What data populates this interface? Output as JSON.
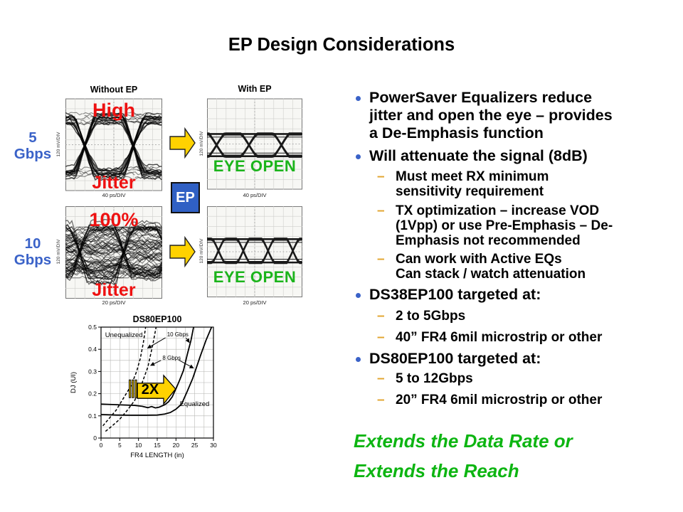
{
  "slide": {
    "title": "EP Design Considerations"
  },
  "colors": {
    "rate_blue": "#3A62C8",
    "alert_red": "#EE1111",
    "eye_open_green": "#1BB41B",
    "footer_green": "#0DB512",
    "bullet_dot_blue": "#3A62C8",
    "sub_dash_gold": "#E2A42D",
    "arrow_yellow": "#FFD200",
    "ep_box_blue": "#3060C4"
  },
  "eyes": {
    "without_label": "Without EP",
    "with_label": "With EP",
    "v_div": "120 mV/DIV",
    "ep_box": "EP",
    "rows": [
      {
        "rate_lines": [
          "5",
          "Gbps"
        ],
        "h_div": "40 ps/DIV",
        "without": {
          "style": "noisy",
          "top_label": "High",
          "bottom_label": "Jitter"
        },
        "with_ep": {
          "style": "clean",
          "label": "EYE OPEN"
        }
      },
      {
        "rate_lines": [
          "10",
          "Gbps"
        ],
        "h_div": "20 ps/DIV",
        "without": {
          "style": "dense",
          "top_label": "100%",
          "bottom_label": "Jitter"
        },
        "with_ep": {
          "style": "clean2",
          "label": "EYE OPEN"
        }
      }
    ]
  },
  "bullets": [
    {
      "level": 1,
      "lines": [
        "PowerSaver Equalizers reduce",
        "jitter and open the eye – provides",
        "a De-Emphasis function"
      ]
    },
    {
      "level": 1,
      "lines": [
        "Will attenuate the signal (8dB)"
      ]
    },
    {
      "level": 2,
      "lines": [
        "Must meet RX minimum",
        "sensitivity requirement"
      ]
    },
    {
      "level": 2,
      "lines": [
        "TX optimization – increase VOD",
        "(1Vpp) or use Pre-Emphasis – De-",
        "Emphasis not recommended"
      ]
    },
    {
      "level": 2,
      "lines": [
        "Can work with Active EQs",
        "Can stack / watch attenuation"
      ]
    },
    {
      "level": 1,
      "lines": [
        "DS38EP100 targeted at:"
      ]
    },
    {
      "level": 2,
      "lines": [
        "2 to 5Gbps"
      ]
    },
    {
      "level": 2,
      "lines": [
        "40” FR4 6mil microstrip or other"
      ]
    },
    {
      "level": 1,
      "lines": [
        "DS80EP100 targeted at:"
      ]
    },
    {
      "level": 2,
      "lines": [
        "5 to 12Gbps"
      ]
    },
    {
      "level": 2,
      "lines": [
        "20” FR4 6mil microstrip or other"
      ]
    }
  ],
  "footer": {
    "line1": "Extends the Data Rate or",
    "line2": "Extends the Reach"
  },
  "chart_data": {
    "type": "line",
    "title": "DS80EP100",
    "xlabel": "FR4 LENGTH (in)",
    "ylabel": "DJ (UI)",
    "xlim": [
      0,
      30
    ],
    "ylim": [
      0,
      0.5
    ],
    "xticks": [
      0,
      5,
      10,
      15,
      20,
      25,
      30
    ],
    "yticks": [
      0,
      0.1,
      0.2,
      0.3,
      0.4,
      0.5
    ],
    "grid_step_x": 2.5,
    "grid_step_y": 0.05,
    "series": [
      {
        "name": "Unequalized 10 Gbps",
        "style": "dashed",
        "points": [
          [
            0.5,
            0.055
          ],
          [
            2,
            0.085
          ],
          [
            4,
            0.125
          ],
          [
            6,
            0.18
          ],
          [
            8,
            0.235
          ],
          [
            9.5,
            0.3
          ],
          [
            10.5,
            0.36
          ],
          [
            11.3,
            0.43
          ],
          [
            11.9,
            0.5
          ]
        ]
      },
      {
        "name": "Unequalized 8 Gbps",
        "style": "dashed",
        "points": [
          [
            1.2,
            0.03
          ],
          [
            3,
            0.055
          ],
          [
            5,
            0.085
          ],
          [
            7,
            0.125
          ],
          [
            9,
            0.17
          ],
          [
            11,
            0.25
          ],
          [
            12.5,
            0.32
          ],
          [
            13.8,
            0.42
          ],
          [
            14.7,
            0.5
          ]
        ]
      },
      {
        "name": "Equalized 10 Gbps",
        "style": "solid",
        "points": [
          [
            0,
            0.153
          ],
          [
            3,
            0.151
          ],
          [
            6,
            0.149
          ],
          [
            9,
            0.147
          ],
          [
            11,
            0.143
          ],
          [
            12.5,
            0.137
          ],
          [
            13.5,
            0.142
          ],
          [
            14.5,
            0.136
          ],
          [
            15.5,
            0.139
          ],
          [
            17,
            0.15
          ],
          [
            18,
            0.163
          ],
          [
            19,
            0.186
          ],
          [
            20,
            0.222
          ],
          [
            21,
            0.262
          ],
          [
            22,
            0.305
          ],
          [
            23,
            0.375
          ],
          [
            24,
            0.44
          ],
          [
            24.7,
            0.5
          ]
        ]
      },
      {
        "name": "Equalized 8 Gbps",
        "style": "solid",
        "points": [
          [
            0,
            0.106
          ],
          [
            4,
            0.104
          ],
          [
            8,
            0.103
          ],
          [
            12,
            0.103
          ],
          [
            15,
            0.104
          ],
          [
            17,
            0.108
          ],
          [
            18.5,
            0.115
          ],
          [
            20,
            0.13
          ],
          [
            21.5,
            0.153
          ],
          [
            23,
            0.21
          ],
          [
            24.5,
            0.27
          ],
          [
            25.5,
            0.32
          ],
          [
            26.5,
            0.37
          ],
          [
            28,
            0.44
          ],
          [
            29.5,
            0.5
          ]
        ]
      }
    ],
    "annotations": {
      "labels": [
        {
          "text": "Unequalized",
          "x": 1.1,
          "y": 0.465,
          "size": 9.5,
          "anchor": "start",
          "bold": false
        },
        {
          "text": "10 Gbps",
          "x": 17.6,
          "y": 0.468,
          "size": 8,
          "anchor": "start",
          "bold": false
        },
        {
          "text": "8 Gbps",
          "x": 16.4,
          "y": 0.362,
          "size": 8,
          "anchor": "start",
          "bold": false
        },
        {
          "text": "Equalized",
          "x": 21.0,
          "y": 0.154,
          "size": 9.5,
          "anchor": "start",
          "bold": false
        }
      ],
      "arrows": [
        {
          "x1": 17.2,
          "y1": 0.452,
          "x2": 12.4,
          "y2": 0.405
        },
        {
          "x1": 22.7,
          "y1": 0.452,
          "x2": 23.6,
          "y2": 0.43
        },
        {
          "x1": 16.0,
          "y1": 0.35,
          "x2": 13.2,
          "y2": 0.327
        },
        {
          "x1": 20.7,
          "y1": 0.352,
          "x2": 24.7,
          "y2": 0.315
        }
      ],
      "speed_bars": [
        {
          "x": 7.5,
          "w": 0.42,
          "y1": 0.182,
          "y2": 0.262
        },
        {
          "x": 8.3,
          "w": 0.42,
          "y1": 0.182,
          "y2": 0.262
        },
        {
          "x": 9.1,
          "w": 0.42,
          "y1": 0.182,
          "y2": 0.262
        }
      ],
      "arrow_2x": {
        "label": "2X",
        "label_x": 13.1,
        "label_y": 0.209,
        "label_size": 20,
        "points": [
          [
            9.7,
            0.179
          ],
          [
            16.7,
            0.179
          ],
          [
            16.7,
            0.154
          ],
          [
            19.9,
            0.221
          ],
          [
            16.7,
            0.282
          ],
          [
            16.7,
            0.247
          ],
          [
            9.7,
            0.247
          ]
        ]
      }
    }
  }
}
